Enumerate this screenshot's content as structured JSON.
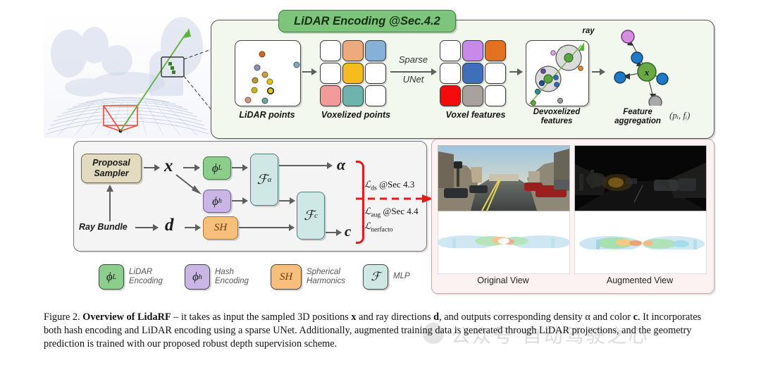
{
  "figure": {
    "number": "Figure 2.",
    "title": "Overview of LidaRF",
    "caption_parts": {
      "p1": " – it takes as input the sampled 3D positions ",
      "x": "x",
      "p2": " and ray directions ",
      "d": "d",
      "p3": ", and outputs corresponding density α and color ",
      "c": "c",
      "p4": ". It incorporates both hash encoding and LiDAR encoding using a sparse UNet. Additionally, augmented training data is generated through LiDAR projections, and the geometry prediction is trained with our proposed robust depth supervision scheme."
    },
    "watermark": "公众号 自动驾驶之心"
  },
  "lidar_encoding": {
    "title": "LiDAR Encoding @Sec.4.2",
    "title_color": "#7dc47d",
    "stages": [
      {
        "label": "LiDAR points"
      },
      {
        "label": "Voxelized points"
      },
      {
        "label": "Voxel features"
      },
      {
        "label": "Devoxelized\nfeatures"
      },
      {
        "label": "Feature\naggregation"
      }
    ],
    "stage_labels": {
      "lidar_points": "LiDAR points",
      "voxelized_points": "Voxelized points",
      "voxel_features": "Voxel features",
      "devoxelized_features_l1": "Devoxelized",
      "devoxelized_features_l2": "features",
      "feature_aggregation_l1": "Feature",
      "feature_aggregation_l2": "aggregation"
    },
    "sparse_unet": {
      "line1": "Sparse",
      "line2": "UNet"
    },
    "ray_label": "ray",
    "aggregation_node": "x",
    "point_feature_label": "(pᵢ, fᵢ)",
    "voxelized_grid_colors": [
      "#ffffff",
      "#edaa7d",
      "#86b0d8",
      "#ffffff",
      "#f6bb1c",
      "#ffffff",
      "#f29a9a",
      "#6eb3ac",
      "#ffffff"
    ],
    "voxel_feature_grid_colors": [
      "#ffffff",
      "#c88ae8",
      "#e2721f",
      "#ffffff",
      "#3f6fba",
      "#ffffff",
      "#f40c0c",
      "#a8a19d",
      "#ffffff"
    ],
    "lidar_point_colors": [
      "#d2691e",
      "#8d93b0",
      "#c6a14a",
      "#b8953f",
      "#d9c528",
      "#c8b525",
      "#e0cb1e",
      "#c99a8a",
      "#6aa79a",
      "#7fa9b5"
    ]
  },
  "architecture": {
    "proposal_sampler": {
      "line1": "Proposal",
      "line2": "Sampler",
      "color": "#e3dbc0"
    },
    "ray_bundle": "Ray Bundle",
    "x_symbol": "x",
    "d_symbol": "d",
    "alpha_symbol": "α",
    "c_symbol": "c",
    "phi_L": "ϕ",
    "phi_L_sub": "L",
    "phi_h": "ϕ",
    "phi_h_sub": "h",
    "sh": "SH",
    "F_alpha": "ℱ",
    "F_alpha_sub": "α",
    "F_c": "ℱ",
    "F_c_sub": "c",
    "losses": {
      "ds": {
        "name": "ℒ",
        "sub": "ds",
        "ref": "@Sec 4.3"
      },
      "aug": {
        "name": "ℒ",
        "sub": "aug",
        "ref": "@Sec 4.4"
      },
      "nerfacto": {
        "name": "ℒ",
        "sub": "nerfacto",
        "ref": ""
      }
    },
    "bracket_color": "#e01b1b"
  },
  "legend": [
    {
      "symbol": "ϕ",
      "sub": "L",
      "color": "#8ccf8c",
      "l1": "LiDAR",
      "l2": "Encoding"
    },
    {
      "symbol": "ϕ",
      "sub": "h",
      "color": "#c9b6e4",
      "l1": "Hash",
      "l2": "Encoding"
    },
    {
      "symbol": "SH",
      "sub": "",
      "color": "#f7be7c",
      "l1": "Spherical",
      "l2": "Harmonics"
    },
    {
      "symbol": "ℱ",
      "sub": "",
      "color": "#cfe8e6",
      "l1": "MLP",
      "l2": ""
    }
  ],
  "views": {
    "original": {
      "label": "Original View"
    },
    "augmented": {
      "label": "Augmented View"
    }
  }
}
